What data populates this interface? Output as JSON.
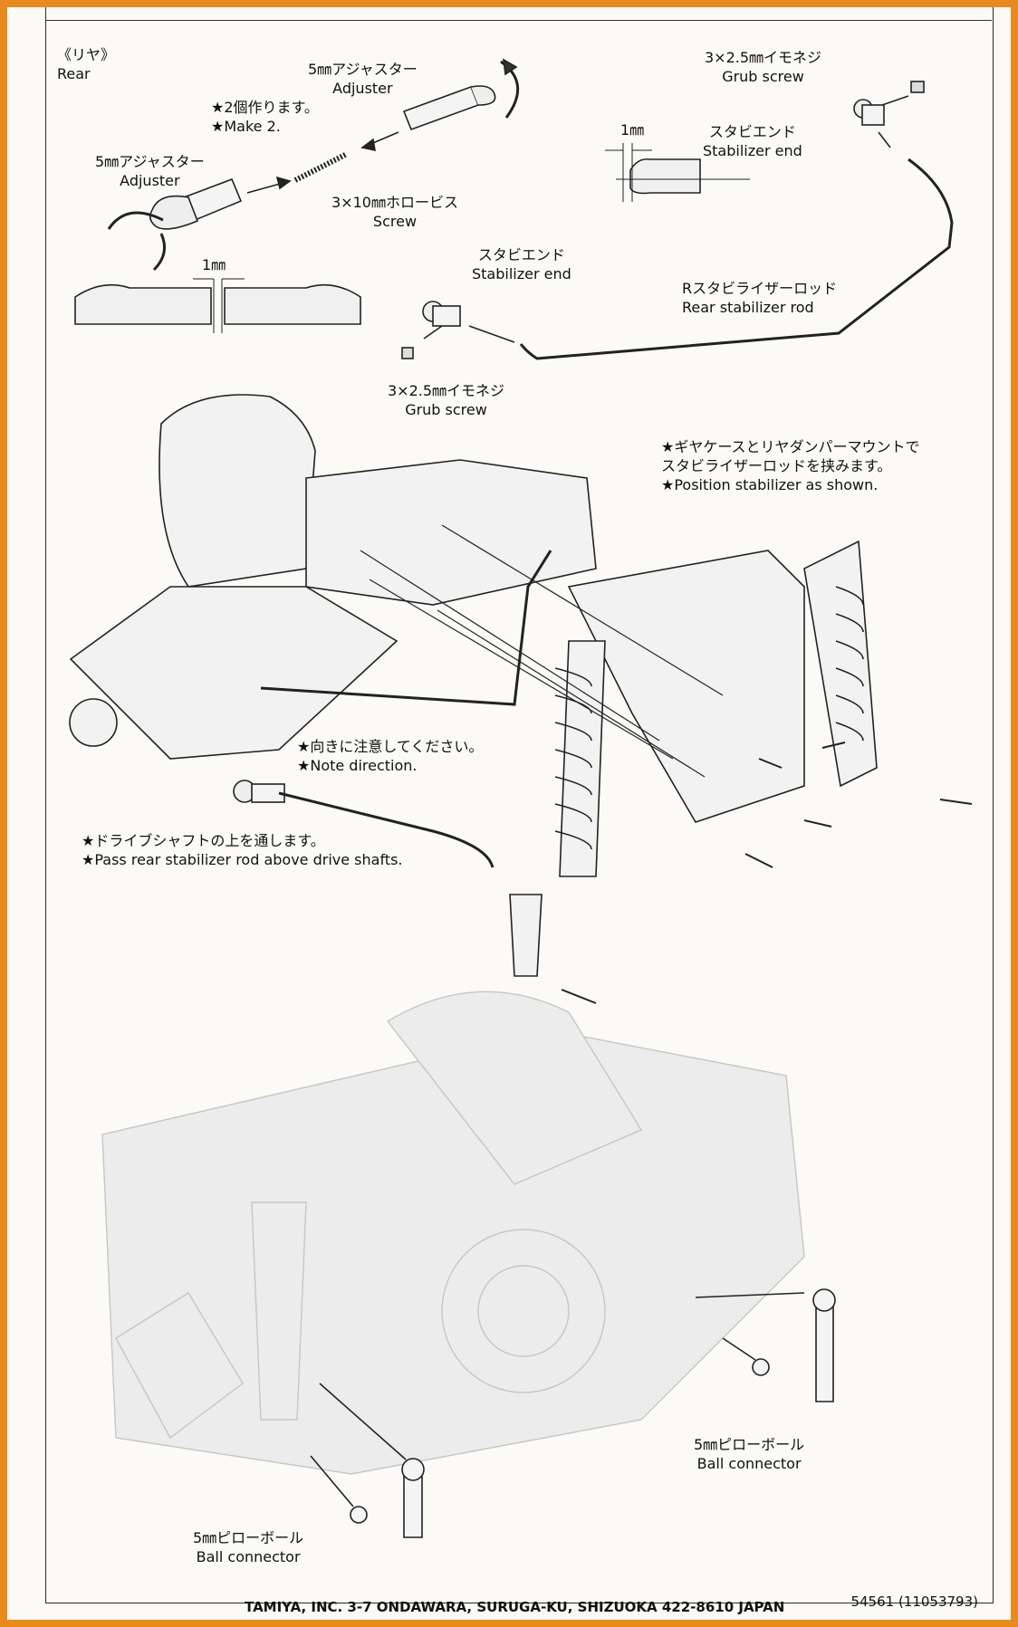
{
  "section": {
    "title_jp": "《リヤ》",
    "title_en": "Rear"
  },
  "adjuster_top": {
    "jp": "5㎜アジャスター",
    "en": "Adjuster"
  },
  "adjuster_left": {
    "jp": "5㎜アジャスター",
    "en": "Adjuster"
  },
  "make_two": {
    "jp": "★2個作ります。",
    "en": "★Make 2."
  },
  "screw": {
    "jp": "3×10㎜ホロービス",
    "en": "Screw"
  },
  "gap_label": "1㎜",
  "gap_label_2": "1㎜",
  "grub_top": {
    "jp": "3×2.5㎜イモネジ",
    "en": "Grub screw"
  },
  "stab_end_top": {
    "jp": "スタビエンド",
    "en": "Stabilizer end"
  },
  "stab_end_mid": {
    "jp": "スタビエンド",
    "en": "Stabilizer end"
  },
  "stab_rod": {
    "jp": "Rスタビライザーロッド",
    "en": "Rear stabilizer rod"
  },
  "grub_mid": {
    "jp": "3×2.5㎜イモネジ",
    "en": "Grub screw"
  },
  "position_note": {
    "jp1": "★ギヤケースとリヤダンパーマウントで",
    "jp2": "スタビライザーロッドを挟みます。",
    "en": "★Position stabilizer as shown."
  },
  "direction_note": {
    "jp": "★向きに注意してください。",
    "en": "★Note direction."
  },
  "driveshaft_note": {
    "jp": "★ドライブシャフトの上を通します。",
    "en": "★Pass rear stabilizer rod above drive shafts."
  },
  "ball_right": {
    "jp": "5㎜ピローボール",
    "en": "Ball connector"
  },
  "ball_left": {
    "jp": "5㎜ピローボール",
    "en": "Ball connector"
  },
  "footer": {
    "company": "TAMIYA, INC.  3-7 ONDAWARA, SURUGA-KU, SHIZUOKA 422-8610 JAPAN",
    "code": "54561 (11053793)"
  },
  "colors": {
    "border": "#e98a1f",
    "ink": "#1a1a1a",
    "paper": "#fbfaf6",
    "ghost": "#cfcfcf"
  }
}
